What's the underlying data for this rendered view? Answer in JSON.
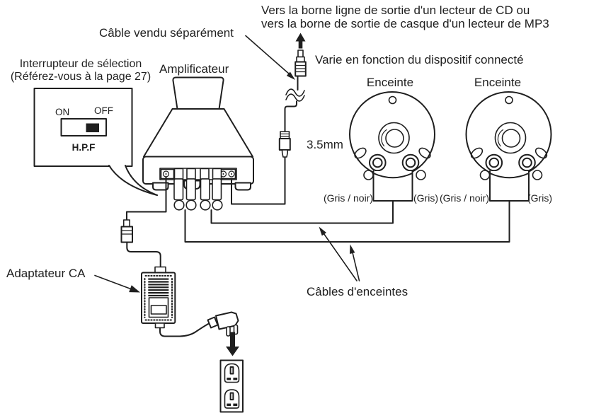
{
  "diagram": {
    "ink_color": "#1f1f1f",
    "background_color": "#ffffff",
    "notes": {
      "source_device_line1": "Vers la borne ligne de sortie d'un lecteur de CD ou",
      "source_device_line2": "vers la borne de sortie de casque d'un lecteur de MP3",
      "cable_sold_separately": "Câble vendu séparément",
      "varies_by_device": "Varie en fonction du dispositif connecté",
      "jack_size": "3.5mm"
    },
    "selector_switch": {
      "label_line1": "Interrupteur de sélection",
      "label_line2": "(Référez-vous à la page 27)",
      "on_label": "ON",
      "off_label": "OFF",
      "switch_name": "H.P.F",
      "state": "OFF"
    },
    "amplifier": {
      "label": "Amplificateur"
    },
    "speakers": {
      "left": {
        "label": "Enceinte",
        "wire_left": "(Gris / noir)",
        "wire_right": "(Gris)"
      },
      "right": {
        "label": "Enceinte",
        "wire_left": "(Gris / noir)",
        "wire_right": "(Gris)"
      }
    },
    "speaker_cables_label": "Câbles d'enceintes",
    "ac_adapter_label": "Adaptateur CA"
  }
}
